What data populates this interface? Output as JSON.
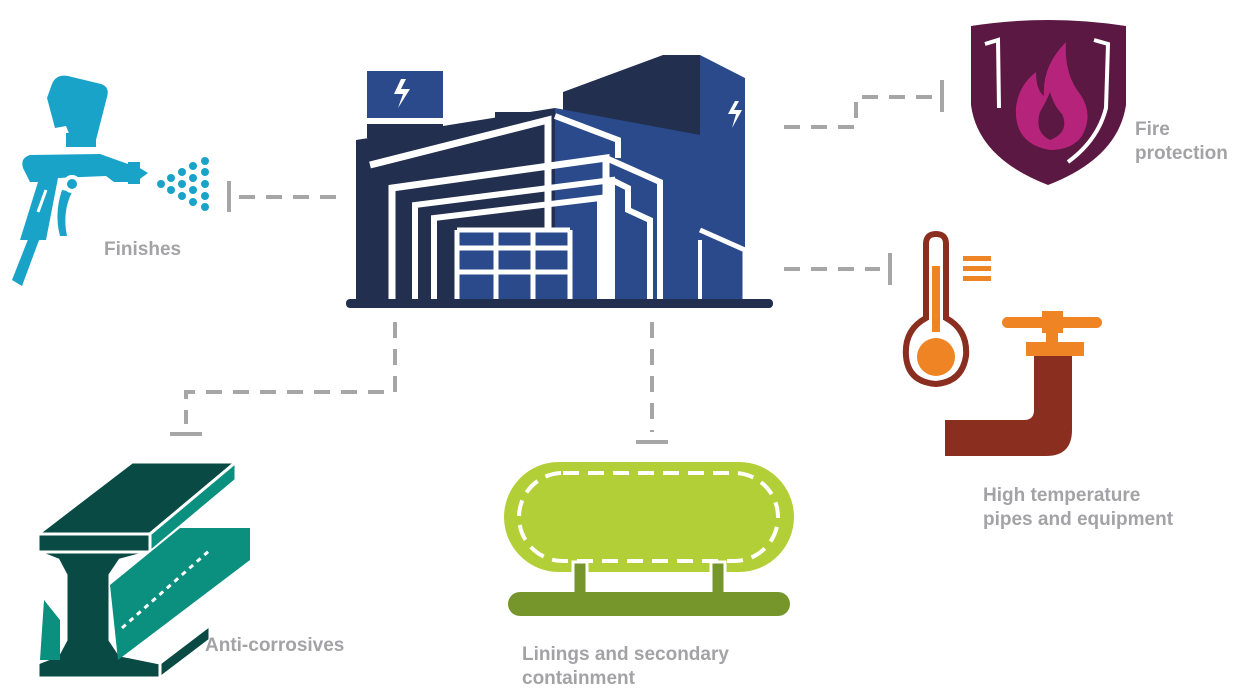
{
  "labels": {
    "finishes": "Finishes",
    "fire_protection": "Fire protection",
    "high_temperature": "High temperature pipes and equipment",
    "anti_corrosives": "Anti-corrosives",
    "linings": "Linings and secondary containment"
  },
  "colors": {
    "building_dark": "#232f4f",
    "building_blue": "#2a4a8c",
    "spray_gun": "#1aa3c9",
    "shield": "#5b1842",
    "flame": "#b5247a",
    "thermo": "#8a2e1f",
    "orange": "#ef8424",
    "beam_dark": "#0a4a45",
    "beam_light": "#0b8f7e",
    "tank": "#b3cf37",
    "tank_base": "#76952b",
    "label": "#a3a3a6",
    "connector": "#a6a6a6"
  },
  "icons": [
    "building-icon",
    "spray-gun-icon",
    "shield-flame-icon",
    "thermometer-pipe-icon",
    "steel-beam-icon",
    "tank-icon"
  ]
}
